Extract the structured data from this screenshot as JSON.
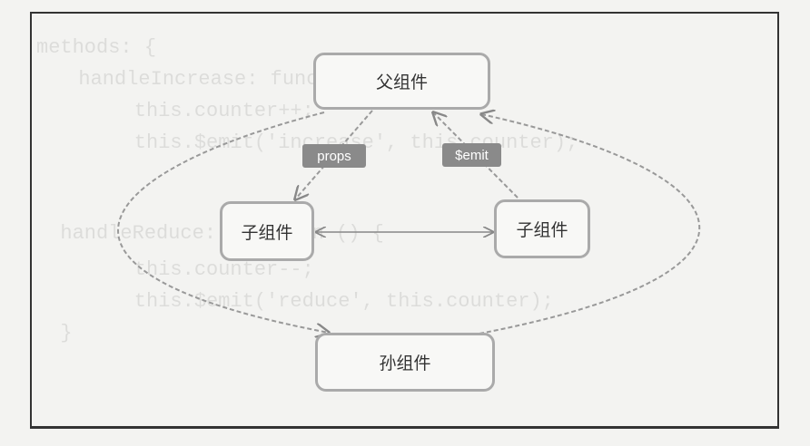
{
  "background_code": [
    "methods: {",
    "  handleIncrease: function () {",
    "    this.counter++;",
    "    this.$emit('increase', this.counter);",
    "  handleReduce: function () {",
    "    this.counter--;",
    "    this.$emit('reduce', this.counter);",
    "  }"
  ],
  "nodes": {
    "parent": "父组件",
    "child_left": "子组件",
    "child_right": "子组件",
    "grandchild": "孙组件"
  },
  "labels": {
    "props": "props",
    "emit": "$emit"
  }
}
